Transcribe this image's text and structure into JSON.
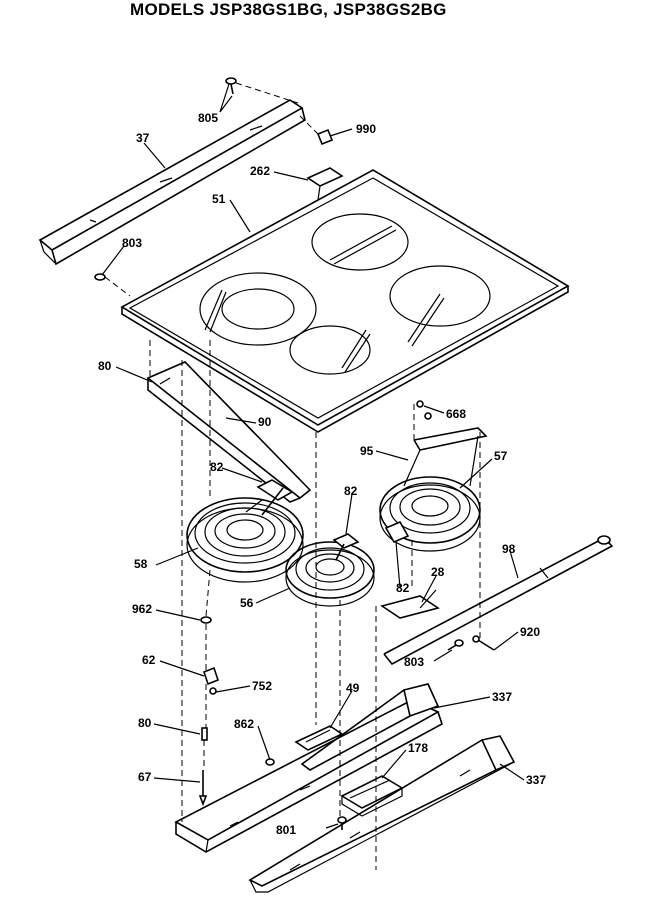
{
  "title": "MODELS JSP38GS1BG, JSP38GS2BG",
  "callouts": {
    "c805": "805",
    "c990": "990",
    "c37": "37",
    "c262": "262",
    "c51": "51",
    "c803a": "803",
    "c80a": "80",
    "c90": "90",
    "c668": "668",
    "c95": "95",
    "c57": "57",
    "c82a": "82",
    "c82b": "82",
    "c58": "58",
    "c56": "56",
    "c82c": "82",
    "c98": "98",
    "c28": "28",
    "c962": "962",
    "c920": "920",
    "c62": "62",
    "c803b": "803",
    "c752": "752",
    "c337a": "337",
    "c49": "49",
    "c80b": "80",
    "c862": "862",
    "c178": "178",
    "c67": "67",
    "c337b": "337",
    "c801": "801"
  }
}
